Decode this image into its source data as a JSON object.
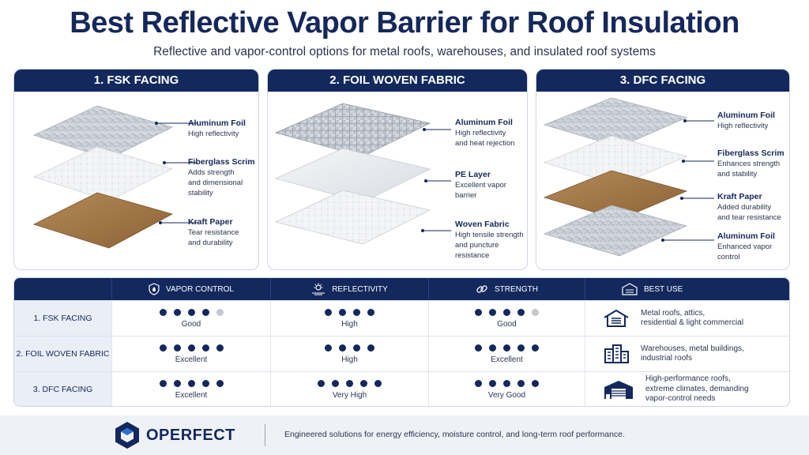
{
  "header": {
    "title": "Best Reflective Vapor Barrier for Roof Insulation",
    "subtitle": "Reflective and vapor-control options for metal roofs, warehouses, and insulated roof systems"
  },
  "cards": [
    {
      "title": "1. FSK FACING",
      "layers": [
        {
          "name": "Aluminum Foil",
          "desc": "High reflectivity"
        },
        {
          "name": "Fiberglass Scrim",
          "desc": "Adds strength\nand dimensional\nstability"
        },
        {
          "name": "Kraft Paper",
          "desc": "Tear resistance\nand durability"
        }
      ]
    },
    {
      "title": "2. FOIL WOVEN FABRIC",
      "layers": [
        {
          "name": "Aluminum Foil",
          "desc": "High reflectivity\nand heat rejection"
        },
        {
          "name": "PE Layer",
          "desc": "Excellent vapor\nbarrier"
        },
        {
          "name": "Woven Fabric",
          "desc": "High tensile strength\nand puncture\nresistance"
        }
      ]
    },
    {
      "title": "3. DFC FACING",
      "layers": [
        {
          "name": "Aluminum Foil",
          "desc": "High reflectivity"
        },
        {
          "name": "Fiberglass Scrim",
          "desc": "Enhances strength\nand stability"
        },
        {
          "name": "Kraft Paper",
          "desc": "Added durability\nand tear resistance"
        },
        {
          "name": "Aluminum Foil",
          "desc": "Enhanced vapor\ncontrol"
        }
      ]
    }
  ],
  "table": {
    "headers": {
      "vapor": "VAPOR CONTROL",
      "reflectivity": "REFLECTIVITY",
      "strength": "STRENGTH",
      "best_use": "BEST USE"
    },
    "rows": [
      {
        "name": "1. FSK FACING",
        "vapor": {
          "dots": 4,
          "label": "Good"
        },
        "reflectivity": {
          "dots": 4,
          "label": "High"
        },
        "strength": {
          "dots": 4,
          "label": "Good"
        },
        "best_use": "Metal roofs, attics,\nresidential & light commercial",
        "icon": "house-icon"
      },
      {
        "name": "2. FOIL WOVEN FABRIC",
        "vapor": {
          "dots": 5,
          "label": "Excellent"
        },
        "reflectivity": {
          "dots": 4,
          "label": "High"
        },
        "strength": {
          "dots": 5,
          "label": "Excellent"
        },
        "best_use": "Warehouses, metal buildings,\nindustrial roofs",
        "icon": "buildings-icon"
      },
      {
        "name": "3. DFC FACING",
        "vapor": {
          "dots": 5,
          "label": "Excellent"
        },
        "reflectivity": {
          "dots": 5,
          "label": "Very High"
        },
        "strength": {
          "dots": 5,
          "label": "Very Good"
        },
        "best_use": "High-performance roofs,\nextreme climates, demanding\nvapor-control needs",
        "icon": "warehouse-icon"
      }
    ]
  },
  "footer": {
    "brand": "OPERFECT",
    "tagline": "Engineered solutions for energy efficiency, moisture control, and long-term roof performance."
  },
  "colors": {
    "navy": "#13285d",
    "dot_off": "#c4c8cf",
    "foil": "#c9ced6",
    "kraft": "#a77a4a"
  }
}
